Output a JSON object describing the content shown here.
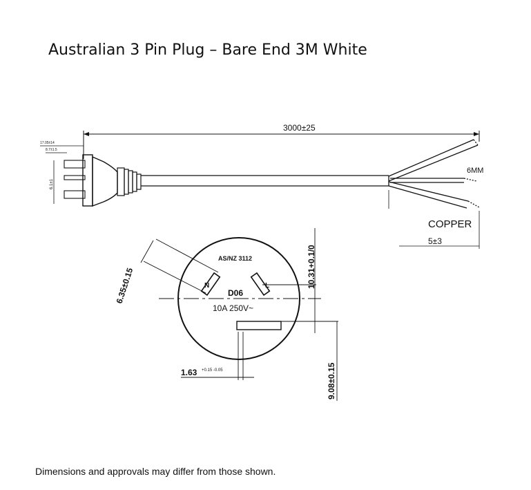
{
  "title": "Australian 3 Pin Plug – Bare End 3M White",
  "footnote": "Dimensions and approvals may differ from those shown.",
  "cable": {
    "length_label": "3000±25",
    "core_label": "6MM",
    "conductor_label": "COPPER",
    "strip_label": "5±3",
    "plug_dim_small_1": "17.05±14",
    "plug_dim_small_2": "8.7±1.5",
    "plug_dim_side": "6.1±1"
  },
  "face": {
    "standard": "AS/NZ 3112",
    "model": "D06",
    "rating": "10A 250V~",
    "pin_n": "N",
    "pin_l": "L",
    "dim_pin_width": "6.35±0.15",
    "dim_spacing": "10.31+0.1/0",
    "dim_thickness": "1.63",
    "dim_thickness_tol": "+0.15 -0.05",
    "dim_depth": "9.08±0.15"
  }
}
